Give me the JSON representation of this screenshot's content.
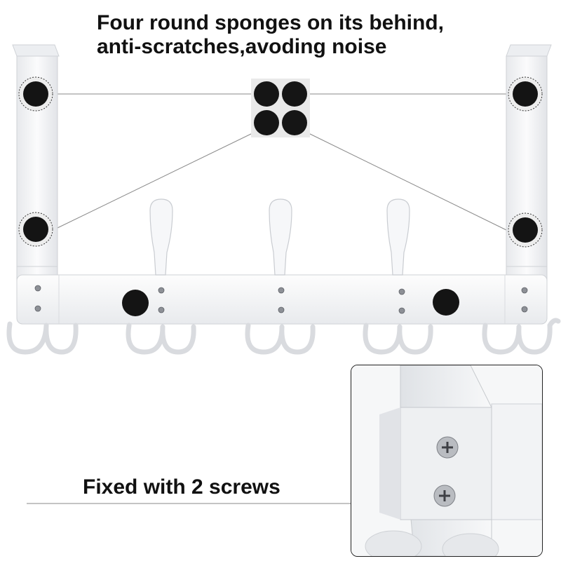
{
  "captions": {
    "sponges_line1": "Four round sponges on its behind,",
    "sponges_line2": "anti-scratches,avoding noise",
    "screws": "Fixed with 2 screws"
  },
  "colors": {
    "background": "#ffffff",
    "rack": "#f4f5f7",
    "rack_edge": "#c9ccd1",
    "sponge": "#141414",
    "leader_line": "#888888",
    "text": "#111111"
  }
}
